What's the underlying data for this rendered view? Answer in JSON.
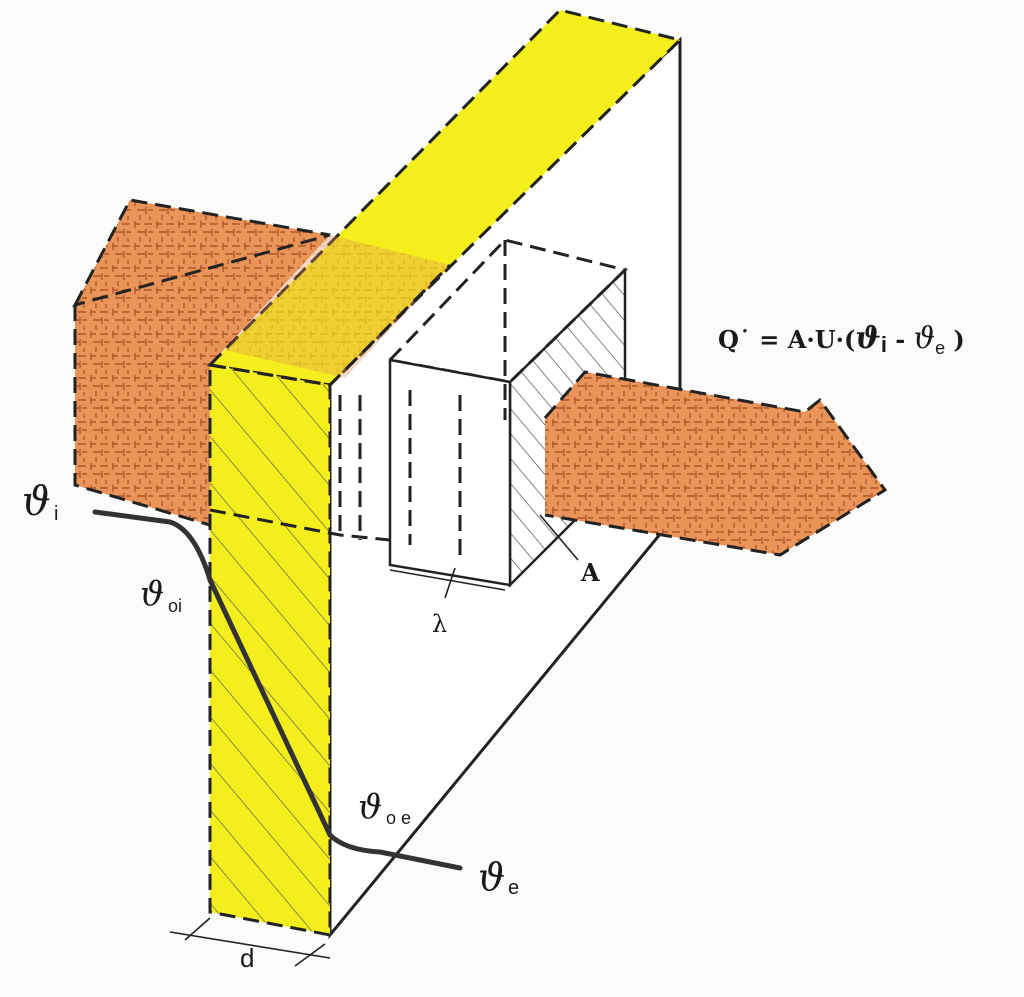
{
  "colors": {
    "insulation": "#f4ee1c",
    "insulation_dark": "#e6dc10",
    "heat_flow": "#e9955a",
    "heat_flow_dark": "#d9773a",
    "line": "#222222",
    "background": "#fbfbfa"
  },
  "labels": {
    "theta_i": "ϑ",
    "theta_i_sub": "i",
    "theta_oi": "ϑ",
    "theta_oi_sub": "oi",
    "theta_oe": "ϑ",
    "theta_oe_sub": "o e",
    "theta_e": "ϑ",
    "theta_e_sub": "e",
    "thickness": "d",
    "conductivity": "λ",
    "area": "A"
  },
  "formula": {
    "left": "Q˙ = A·U·(",
    "theta1": "ϑ",
    "theta1_sub": "i",
    "minus": " - ",
    "theta2": "ϑ",
    "theta2_sub": "e",
    "right": " )"
  }
}
